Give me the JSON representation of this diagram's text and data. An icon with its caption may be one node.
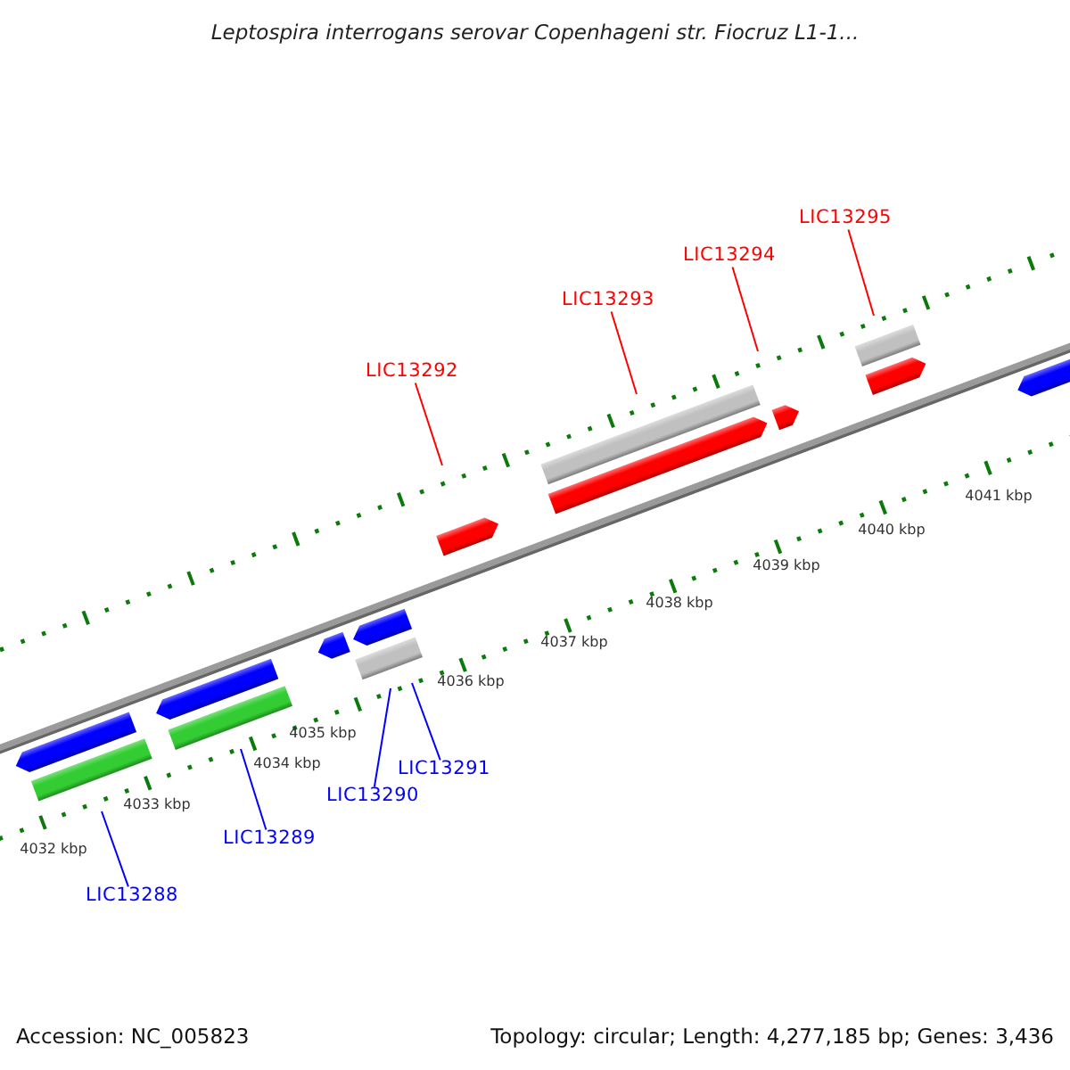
{
  "diagram": {
    "title": "Leptospira interrogans serovar Copenhageni str. Fiocruz L1-1...",
    "nodes": [
      {
        "text": [
          "LIC13288"
        ]
      },
      {
        "text": [
          "LIC13289"
        ]
      },
      {
        "text": [
          "LIC13290"
        ]
      },
      {
        "text": [
          "LIC13291"
        ]
      },
      {
        "text": [
          "LIC13292"
        ]
      },
      {
        "text": [
          "LIC13293"
        ]
      },
      {
        "text": [
          "LIC13294"
        ]
      },
      {
        "text": [
          "LIC13295"
        ]
      }
    ],
    "edges": [
      {
        "from": 0,
        "to": null,
        "arrow": "none",
        "color": "#0000ff"
      },
      {
        "from": 1,
        "to": null,
        "arrow": "none",
        "color": "#0000ff"
      },
      {
        "from": 2,
        "to": null,
        "arrow": "none",
        "color": "#0000ff"
      },
      {
        "from": 3,
        "to": null,
        "arrow": "none",
        "color": "#0000ff"
      },
      {
        "from": 4,
        "to": null,
        "arrow": "none",
        "color": "#ff0000"
      },
      {
        "from": 5,
        "to": null,
        "arrow": "none",
        "color": "#ff0000"
      },
      {
        "from": 6,
        "to": null,
        "arrow": "none",
        "color": "#ff0000"
      },
      {
        "from": 7,
        "to": null,
        "arrow": "none",
        "color": "#ff0000"
      }
    ],
    "labels": [
      "4032 kbp",
      "4033 kbp",
      "4034 kbp",
      "4035 kbp",
      "4036 kbp",
      "4037 kbp",
      "4038 kbp",
      "4039 kbp",
      "4040 kbp",
      "4041 kbp",
      "Accession: NC_005823",
      "Topology: circular; Length: 4,277,185 bp; Genes: 3,436"
    ]
  }
}
